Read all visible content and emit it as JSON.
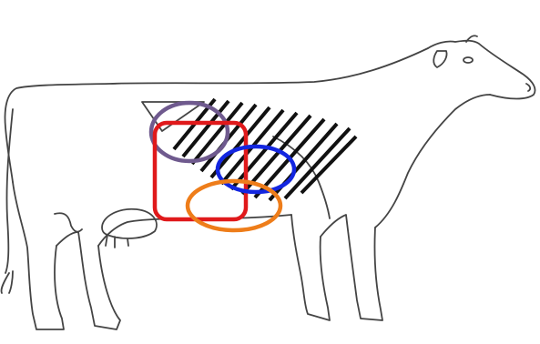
{
  "figure": {
    "subject": "cow-outline",
    "background": "#ffffff"
  },
  "regions": [
    {
      "id": "purple",
      "shape": "ellipse",
      "color": "#6f5a8e"
    },
    {
      "id": "red",
      "shape": "rounded-rectangle",
      "color": "#e0191b"
    },
    {
      "id": "blue",
      "shape": "ellipse",
      "color": "#1326e0"
    },
    {
      "id": "orange",
      "shape": "ellipse",
      "color": "#ee7d1a"
    }
  ],
  "hatching": {
    "color": "#111111",
    "line_count": 12
  }
}
